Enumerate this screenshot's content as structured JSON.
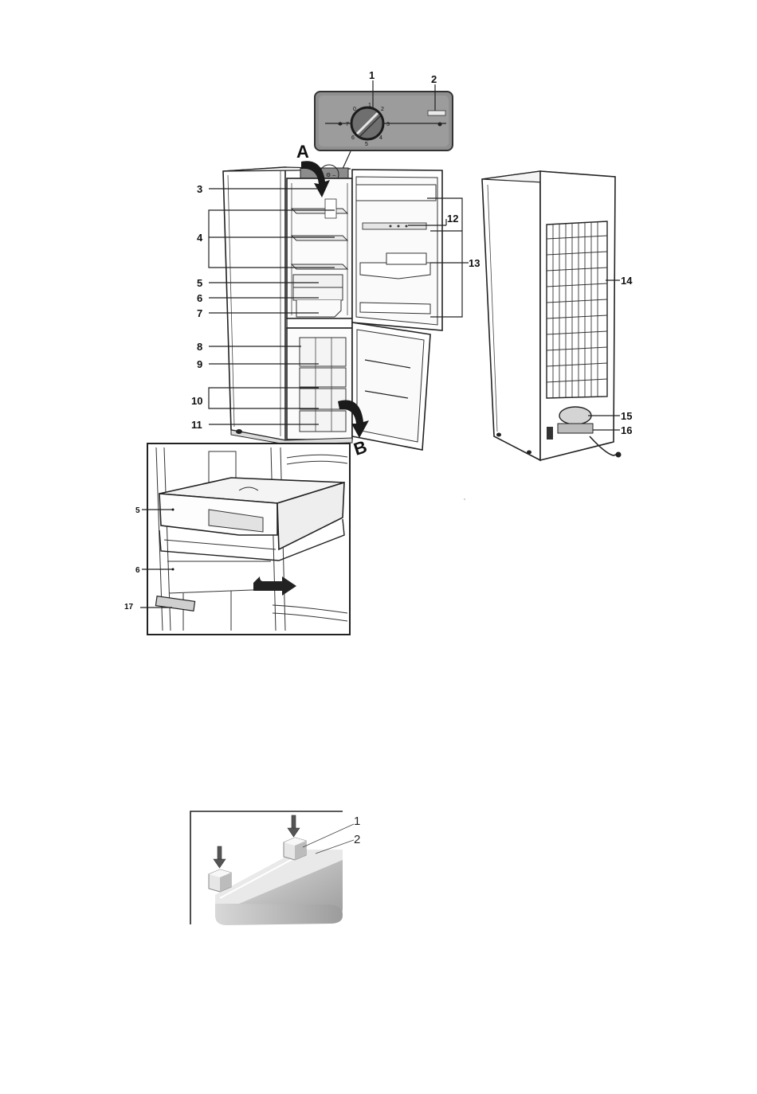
{
  "figure_main": {
    "control_panel": {
      "callouts": [
        "1",
        "2"
      ],
      "dial_numbers": [
        "0",
        "1",
        "2",
        "3",
        "4",
        "5",
        "6",
        "7"
      ]
    },
    "arrows": {
      "a": "A",
      "b": "B"
    },
    "fridge_callouts": [
      "3",
      "4",
      "5",
      "6",
      "7",
      "8",
      "9",
      "10",
      "11",
      "12",
      "13"
    ],
    "back_callouts": [
      "14",
      "15",
      "16"
    ],
    "inset_callouts": [
      "5",
      "6",
      "17"
    ]
  },
  "figure_shelf": {
    "callouts": [
      "1",
      "2"
    ]
  }
}
